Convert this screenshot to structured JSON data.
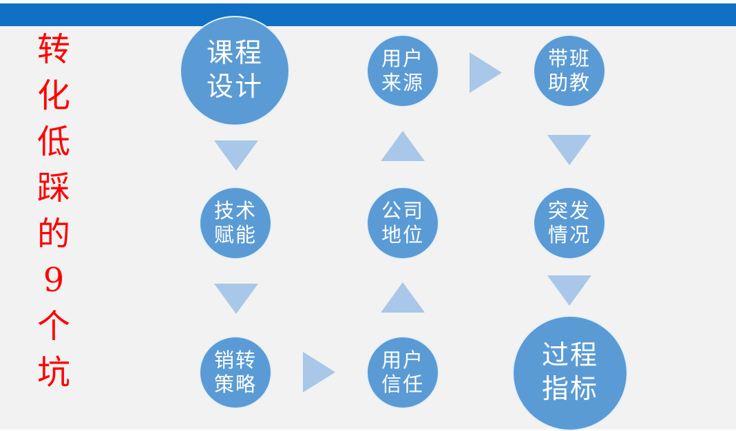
{
  "slide": {
    "background_color": "#F2F2F2",
    "top_bar_color": "#0F70C4"
  },
  "title": {
    "text": "转化低踩的9个坑",
    "chars": [
      "转",
      "化",
      "低",
      "踩",
      "的",
      "9",
      "个",
      "坑"
    ],
    "color": "#FF0000"
  },
  "diagram": {
    "circle_color": "#5B9BD5",
    "arrow_color": "#A9C7E8",
    "text_color": "#FFFFFF",
    "nodes": [
      {
        "id": "course-design",
        "line1": "课程",
        "line2": "设计",
        "size": "large",
        "grid": "row1-col1"
      },
      {
        "id": "user-source",
        "line1": "用户",
        "line2": "来源",
        "size": "small",
        "grid": "row1-col2"
      },
      {
        "id": "class-assistant",
        "line1": "带班",
        "line2": "助教",
        "size": "small",
        "grid": "row1-col3"
      },
      {
        "id": "tech-enablement",
        "line1": "技术",
        "line2": "赋能",
        "size": "small",
        "grid": "row2-col1"
      },
      {
        "id": "company-status",
        "line1": "公司",
        "line2": "地位",
        "size": "small",
        "grid": "row2-col2"
      },
      {
        "id": "emergency",
        "line1": "突发",
        "line2": "情况",
        "size": "small",
        "grid": "row2-col3"
      },
      {
        "id": "sales-strategy",
        "line1": "销转",
        "line2": "策略",
        "size": "small",
        "grid": "row3-col1"
      },
      {
        "id": "user-trust",
        "line1": "用户",
        "line2": "信任",
        "size": "small",
        "grid": "row3-col2"
      },
      {
        "id": "process-metrics",
        "line1": "过程",
        "line2": "指标",
        "size": "large",
        "grid": "row3-col3"
      }
    ],
    "arrows": [
      {
        "direction": "down",
        "from": "course-design",
        "to": "tech-enablement"
      },
      {
        "direction": "down",
        "from": "tech-enablement",
        "to": "sales-strategy"
      },
      {
        "direction": "right",
        "from": "sales-strategy",
        "to": "user-trust"
      },
      {
        "direction": "up",
        "from": "user-trust",
        "to": "company-status"
      },
      {
        "direction": "up",
        "from": "company-status",
        "to": "user-source"
      },
      {
        "direction": "right",
        "from": "user-source",
        "to": "class-assistant"
      },
      {
        "direction": "down",
        "from": "class-assistant",
        "to": "emergency"
      },
      {
        "direction": "down",
        "from": "emergency",
        "to": "process-metrics"
      }
    ]
  }
}
